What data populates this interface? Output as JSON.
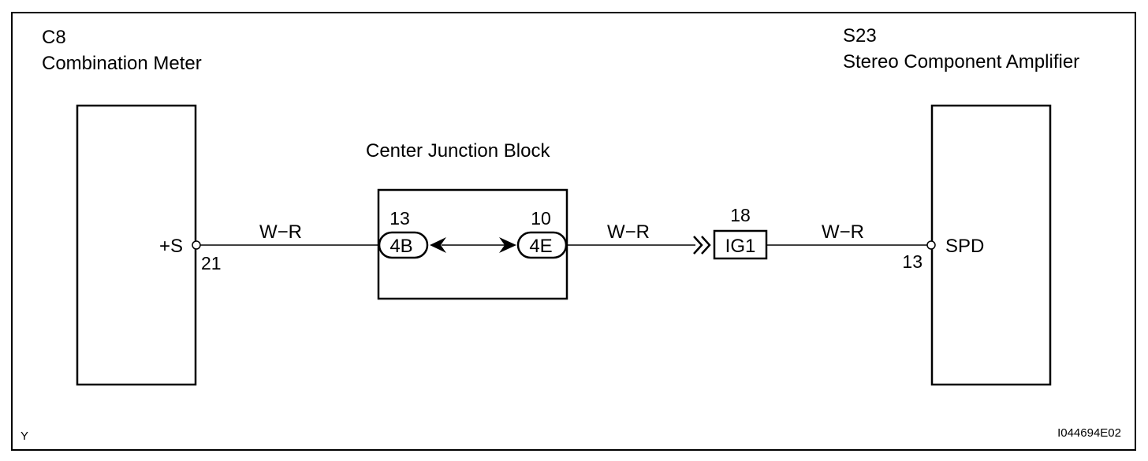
{
  "components": {
    "left": {
      "code": "C8",
      "name": "Combination Meter",
      "terminal": "+S",
      "pin": "21"
    },
    "right": {
      "code": "S23",
      "name": "Stereo Component Amplifier",
      "terminal": "SPD",
      "pin": "13"
    },
    "junction_block": {
      "name": "Center Junction Block",
      "left_connector": {
        "pin": "13",
        "label": "4B"
      },
      "right_connector": {
        "pin": "10",
        "label": "4E"
      }
    },
    "in_line_connector": {
      "pin": "18",
      "label": "IG1"
    }
  },
  "wires": [
    {
      "color_code": "W−R"
    },
    {
      "color_code": "W−R"
    },
    {
      "color_code": "W−R"
    }
  ],
  "footer": {
    "left_mark": "Y",
    "figure_id": "I044694E02"
  }
}
